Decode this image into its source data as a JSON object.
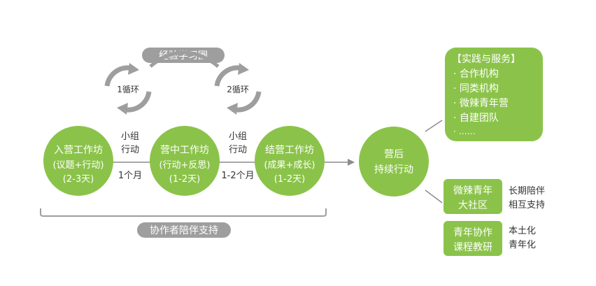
{
  "colors": {
    "green": "#8bc34a",
    "gray": "#9e9e9e",
    "dark_gray": "#8c8c8c",
    "line": "#8c8c8c",
    "white": "#ffffff",
    "text": "#333333"
  },
  "experience_cycle_label": "经验学习圈",
  "cycles": [
    {
      "label": "1循环"
    },
    {
      "label": "2循环"
    }
  ],
  "stages": [
    {
      "lines": [
        "入营工作坊",
        "(议题+行动)",
        "(2-3天)"
      ]
    },
    {
      "lines": [
        "营中工作坊",
        "(行动+反思)",
        "(1-2天)"
      ]
    },
    {
      "lines": [
        "结营工作坊",
        "(成果+成长)",
        "(1-2天)"
      ]
    },
    {
      "lines": [
        "营后",
        "持续行动"
      ]
    }
  ],
  "connectors": [
    {
      "top": [
        "小组",
        "行动"
      ],
      "bottom": "1个月"
    },
    {
      "top": [
        "小组",
        "行动"
      ],
      "bottom": "1-2个月"
    }
  ],
  "facilitator_label": "协作者陪伴支持",
  "practice_box": {
    "title": "【实践与服务】",
    "items": [
      "· 合作机构",
      "· 同类机构",
      "· 微辣青年营",
      "· 自建团队",
      "· ……"
    ]
  },
  "community_box": {
    "lines": [
      "微辣青年",
      "大社区"
    ]
  },
  "community_note": [
    "长期陪伴",
    "相互支持"
  ],
  "curriculum_box": {
    "lines": [
      "青年协作",
      "课程教研"
    ]
  },
  "curriculum_note": [
    "本土化",
    "青年化"
  ]
}
